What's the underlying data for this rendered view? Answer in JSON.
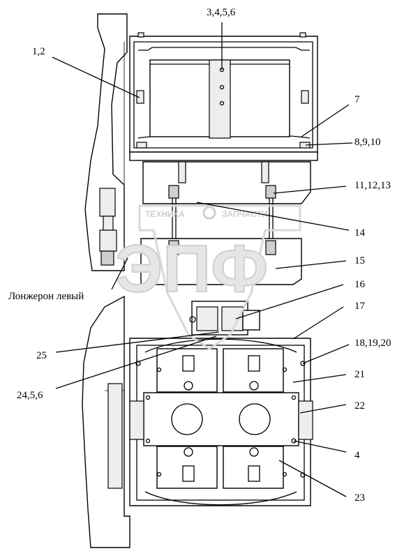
{
  "callouts": [
    {
      "id": "c-3456",
      "text": "3,4,5,6"
    },
    {
      "id": "c-12",
      "text": "1,2"
    },
    {
      "id": "c-7",
      "text": "7"
    },
    {
      "id": "c-8910",
      "text": "8,9,10"
    },
    {
      "id": "c-111213",
      "text": "11,12,13"
    },
    {
      "id": "c-14",
      "text": "14"
    },
    {
      "id": "c-15",
      "text": "15"
    },
    {
      "id": "c-16",
      "text": "16"
    },
    {
      "id": "c-17",
      "text": "17"
    },
    {
      "id": "c-181920",
      "text": "18,19,20"
    },
    {
      "id": "c-21",
      "text": "21"
    },
    {
      "id": "c-22",
      "text": "22"
    },
    {
      "id": "c-4",
      "text": "4"
    },
    {
      "id": "c-23",
      "text": "23"
    },
    {
      "id": "c-25",
      "text": "25"
    },
    {
      "id": "c-2456",
      "text": "24,5,6"
    }
  ],
  "frame_label": "Лонжерон левый",
  "watermark": {
    "small_left": "ТЕХНИКА",
    "small_right": "ЗАПЧАСТИ",
    "big": "ЭПФ"
  }
}
